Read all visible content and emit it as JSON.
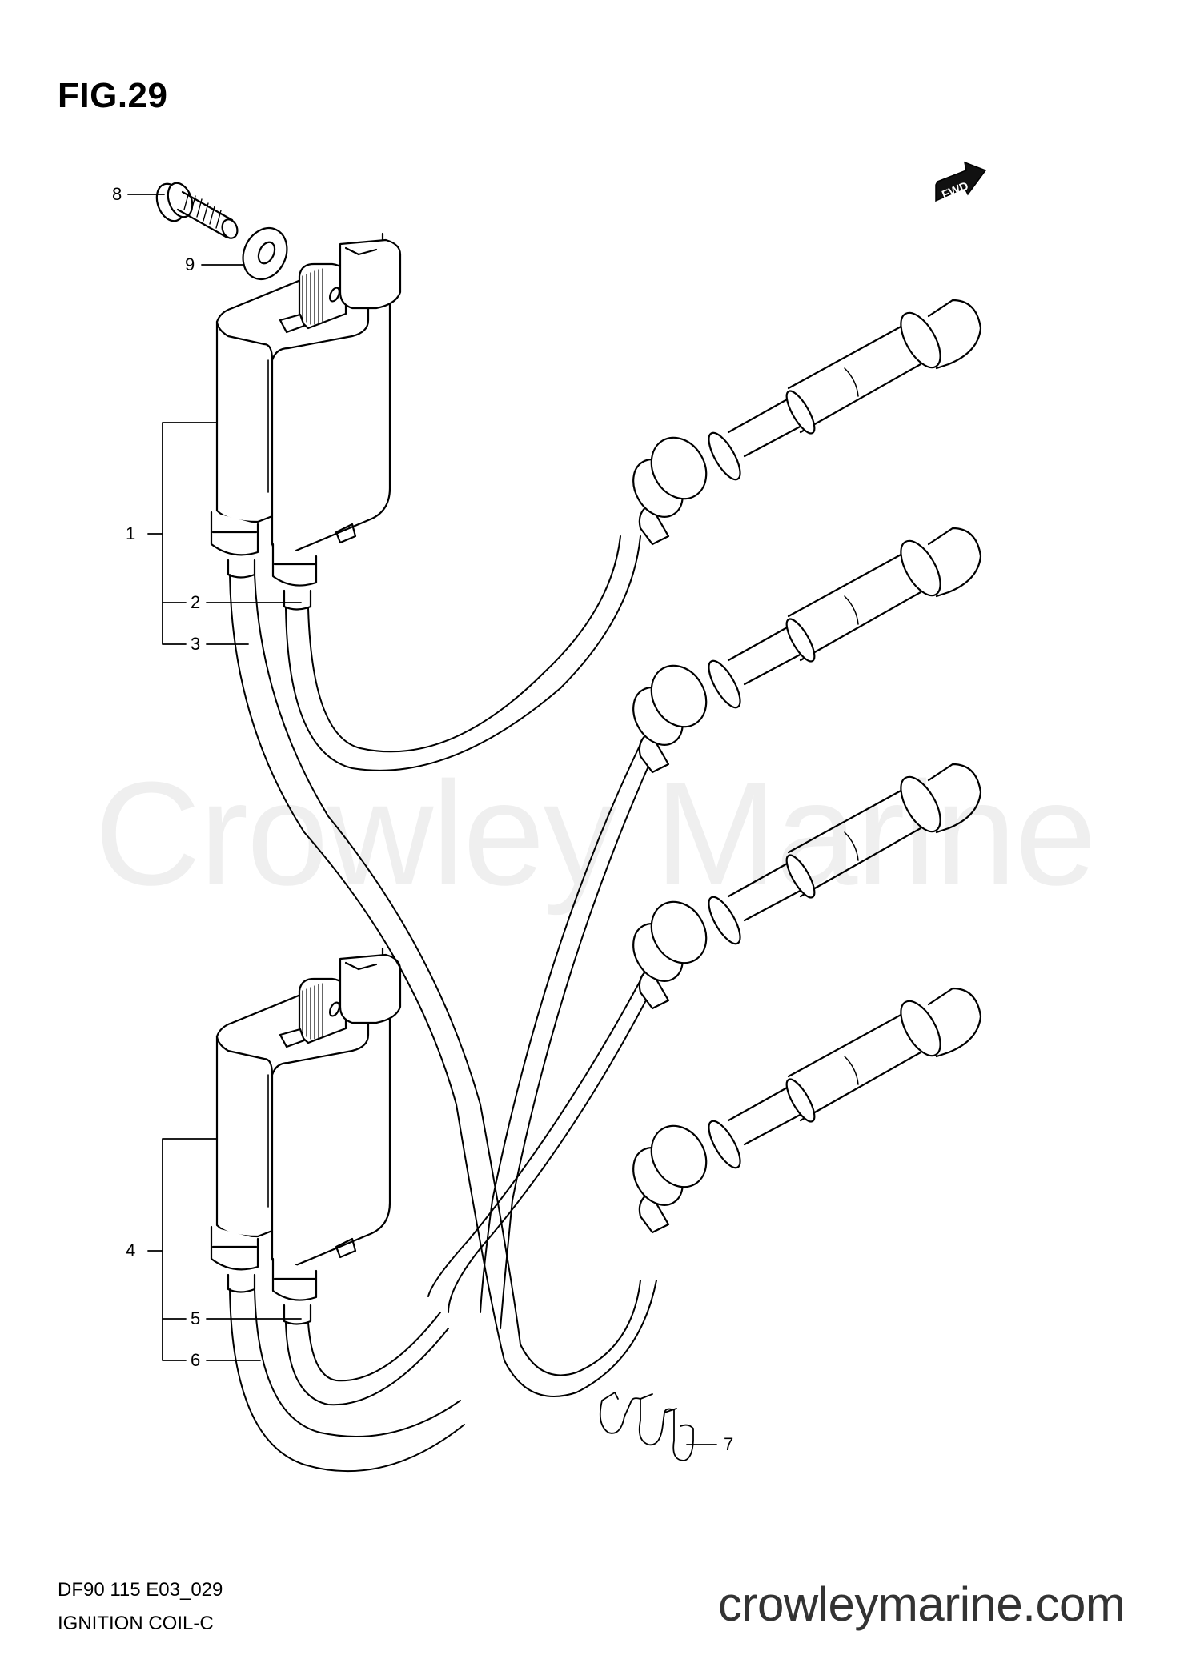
{
  "figure": {
    "title": "FIG.29",
    "code": "DF90 115 E03_029",
    "name": "IGNITION COIL-C"
  },
  "watermark": "Crowley Marine",
  "brand": "crowleymarine.com",
  "orientation": {
    "label": "FWD",
    "icon": "forward-arrow-icon"
  },
  "callouts": [
    {
      "number": "1",
      "part": "ignition-coil-assembly-upper"
    },
    {
      "number": "2",
      "part": "high-tension-cord-upper-a"
    },
    {
      "number": "3",
      "part": "high-tension-cord-upper-b"
    },
    {
      "number": "4",
      "part": "ignition-coil-assembly-lower"
    },
    {
      "number": "5",
      "part": "high-tension-cord-lower-a"
    },
    {
      "number": "6",
      "part": "high-tension-cord-lower-b"
    },
    {
      "number": "7",
      "part": "cord-clamp"
    },
    {
      "number": "8",
      "part": "bolt"
    },
    {
      "number": "9",
      "part": "washer"
    }
  ],
  "colors": {
    "line": "#000000",
    "watermark": "#efefef",
    "brand": "#333333"
  }
}
